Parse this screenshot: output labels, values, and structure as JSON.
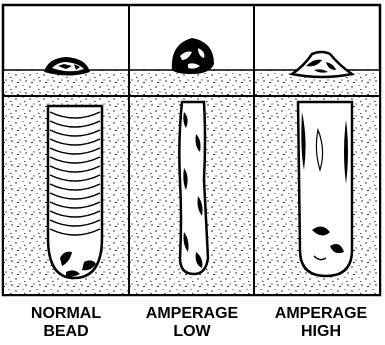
{
  "panels": [
    {
      "id": "normal",
      "caption_line1": "NORMAL",
      "caption_line2": "BEAD"
    },
    {
      "id": "low",
      "caption_line1": "AMPERAGE",
      "caption_line2": "LOW"
    },
    {
      "id": "high",
      "caption_line1": "AMPERAGE",
      "caption_line2": "HIGH"
    }
  ],
  "colors": {
    "ink": "#000000",
    "paper": "#ffffff"
  }
}
